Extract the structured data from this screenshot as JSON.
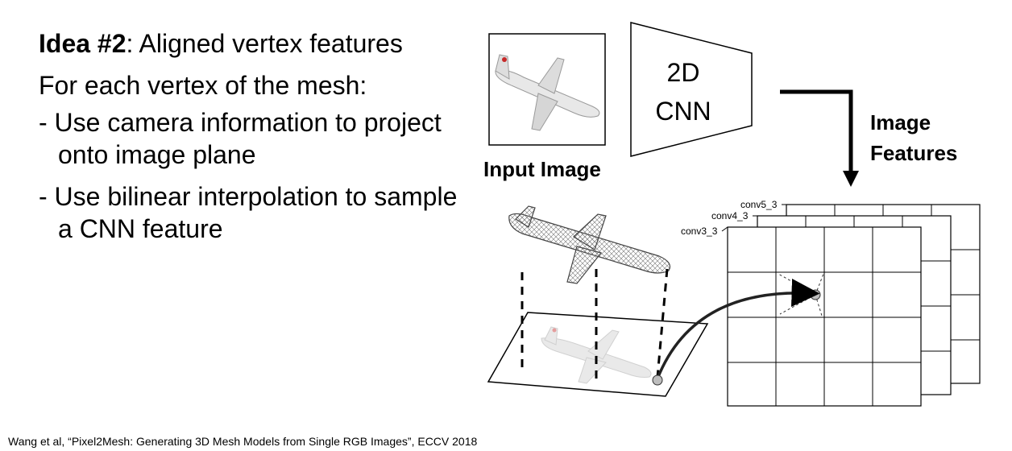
{
  "slide": {
    "heading_bold": "Idea #2",
    "heading_rest": ": Aligned vertex features",
    "intro": "For each vertex of the mesh:",
    "bullets": [
      "- Use camera information to project onto image plane",
      "- Use bilinear interpolation to sample a CNN feature"
    ],
    "citation": "Wang et al, “Pixel2Mesh: Generating 3D Mesh Models from Single RGB Images”, ECCV 2018"
  },
  "diagram": {
    "input_image_label": "Input Image",
    "cnn_label_line1": "2D",
    "cnn_label_line2": "CNN",
    "features_label_line1": "Image",
    "features_label_line2": "Features",
    "layer_labels": [
      "conv5_3",
      "conv4_3",
      "conv3_3"
    ]
  }
}
